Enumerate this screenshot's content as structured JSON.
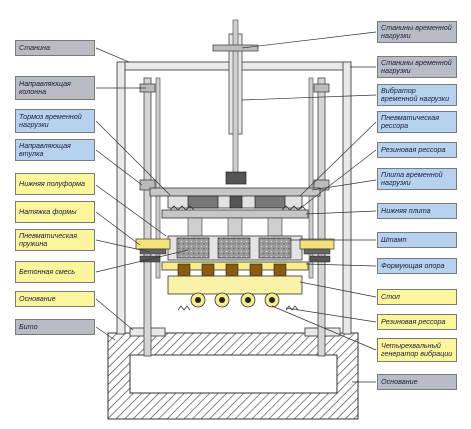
{
  "diagram": {
    "colors": {
      "gray_label": "#b9bcc4",
      "blue_label": "#b6d2ee",
      "yellow_label": "#fbf59c",
      "frame": "#e9e9e9",
      "leader_line": "#333333"
    },
    "left_labels": [
      {
        "id": "frame",
        "text": "Станина",
        "color": "gray"
      },
      {
        "id": "guide-column",
        "text": "Направляющая колонна",
        "color": "gray"
      },
      {
        "id": "overload-brake",
        "text": "Тормоз временной нагрузки",
        "color": "blue"
      },
      {
        "id": "guide-sleeve",
        "text": "Направляющая втулка",
        "color": "blue"
      },
      {
        "id": "lower-halfmold",
        "text": "Нижняя полуформа",
        "color": "yellow"
      },
      {
        "id": "mold-tension",
        "text": "Натяжка формы",
        "color": "yellow"
      },
      {
        "id": "pneumatic-spring",
        "text": "Пневматическая пружина",
        "color": "yellow"
      },
      {
        "id": "concrete-mix",
        "text": "Бетонная смесь",
        "color": "yellow"
      },
      {
        "id": "base-left",
        "text": "Основание",
        "color": "yellow"
      },
      {
        "id": "floor",
        "text": "Бито",
        "color": "gray"
      }
    ],
    "right_labels": [
      {
        "id": "overload-frames",
        "text": "Станины временной нагрузки",
        "color": "gray"
      },
      {
        "id": "overload-frames-2",
        "text": "Станины временной нагрузки",
        "color": "gray"
      },
      {
        "id": "overload-vibrator",
        "text": "Вибратор временной нагрузки",
        "color": "blue"
      },
      {
        "id": "pneumatic-spring-r",
        "text": "Пневматическая рессора",
        "color": "blue"
      },
      {
        "id": "rubber-spring",
        "text": "Резиновая рессора",
        "color": "blue"
      },
      {
        "id": "overload-plate",
        "text": "Плита временной нагрузки",
        "color": "blue"
      },
      {
        "id": "bottom-plate",
        "text": "Нижняя плита",
        "color": "blue"
      },
      {
        "id": "stamp",
        "text": "Штамп",
        "color": "blue"
      },
      {
        "id": "forming-support",
        "text": "Формующая опора",
        "color": "blue"
      },
      {
        "id": "table",
        "text": "Стол",
        "color": "yellow"
      },
      {
        "id": "rubber-spring-2",
        "text": "Резиновая рессора",
        "color": "yellow"
      },
      {
        "id": "vibration-gen",
        "text": "Четырехвальный генератор вибрации",
        "color": "yellow"
      },
      {
        "id": "base-right",
        "text": "Основание",
        "color": "gray"
      }
    ]
  }
}
